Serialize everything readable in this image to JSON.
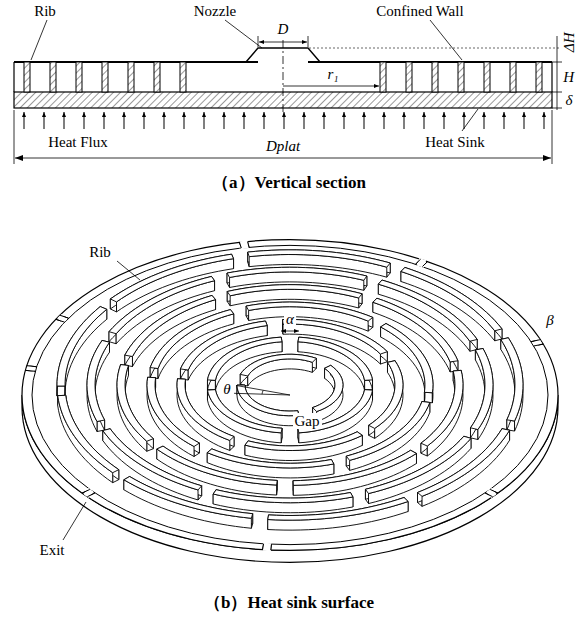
{
  "diagram": {
    "labels": [
      "Rib",
      "Nozzle",
      "D",
      "Confined Wall",
      "ΔH",
      "H",
      "δ",
      "r₁",
      "Heat Flux",
      "Dplat",
      "Heat Sink",
      "（a）Vertical section",
      "Rib",
      "β",
      "α",
      "θ",
      "Gap",
      "Exit",
      "（b）Heat sink surface"
    ]
  }
}
